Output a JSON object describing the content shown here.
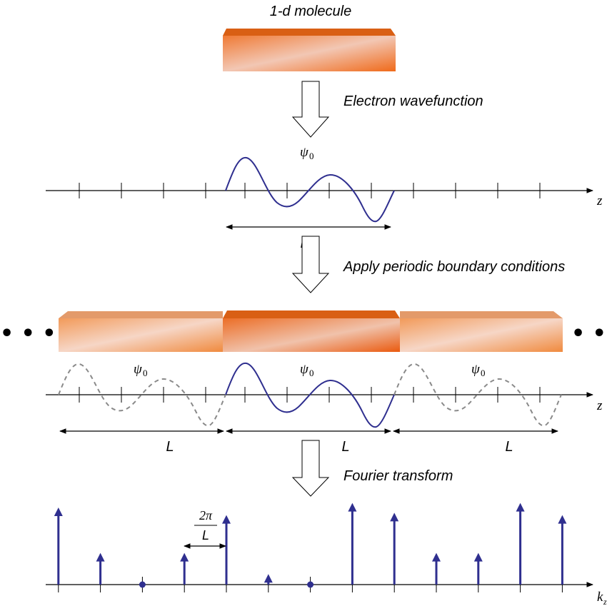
{
  "labels": {
    "molecule": "1-d molecule",
    "wavefunction": "Electron wavefunction",
    "periodic": "Apply periodic boundary conditions",
    "fourier": "Fourier transform"
  },
  "symbols": {
    "psi": "ψ",
    "psi_sub": "0",
    "z_axis": "z",
    "k_axis": "k",
    "k_sub": "z",
    "length": "L",
    "spacing_numerator": "2π",
    "spacing_denominator": "L",
    "ellipsis": "• • •"
  },
  "colors": {
    "wave": "#2f2f8f",
    "dashed_wave": "#8a8a8a",
    "block_top": "#d95f14",
    "block_top_faded": "#e39a6a",
    "spike": "#2f2f8f"
  },
  "fourier_spikes": [
    {
      "k": -4,
      "height": 1.0
    },
    {
      "k": -3,
      "height": 0.4
    },
    {
      "k": -2,
      "height": 0.0
    },
    {
      "k": -1,
      "height": 0.4
    },
    {
      "k": 0,
      "height": 0.9
    },
    {
      "k": 1,
      "height": 0.12
    },
    {
      "k": 2,
      "height": 0.0
    },
    {
      "k": 3,
      "height": 1.06
    },
    {
      "k": 4,
      "height": 0.93
    },
    {
      "k": 5,
      "height": 0.4
    },
    {
      "k": 6,
      "height": 0.4
    },
    {
      "k": 7,
      "height": 1.06
    },
    {
      "k": 8,
      "height": 0.9
    }
  ]
}
